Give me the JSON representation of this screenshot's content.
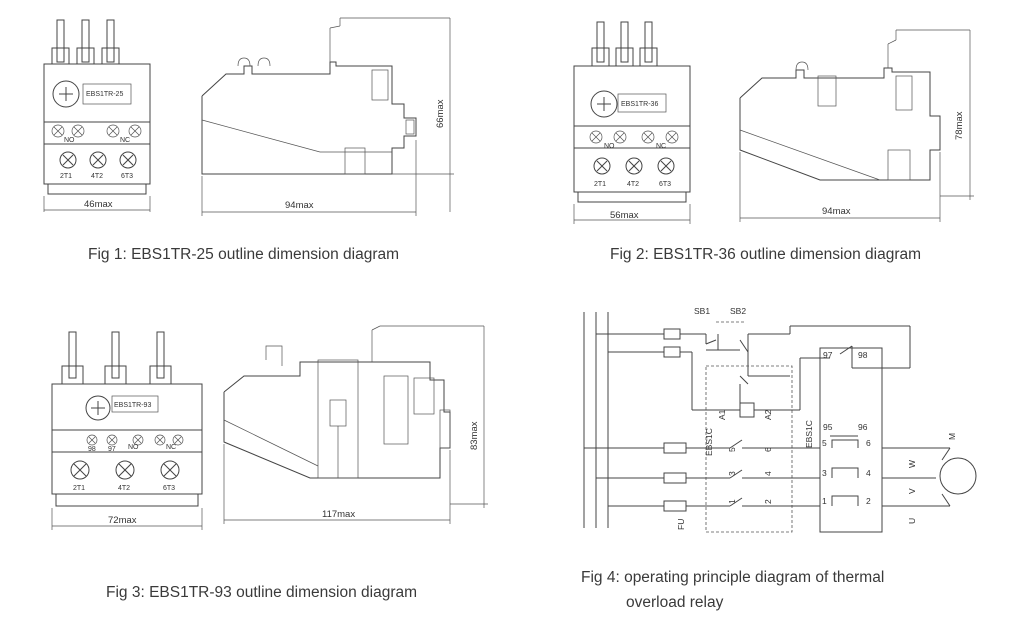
{
  "captions": {
    "fig1": "Fig 1: EBS1TR-25 outline dimension diagram",
    "fig2": "Fig 2: EBS1TR-36 outline dimension diagram",
    "fig3": "Fig 3: EBS1TR-93 outline dimension diagram",
    "fig4_line1": "Fig 4: operating principle diagram of thermal",
    "fig4_line2": "overload relay"
  },
  "fig1": {
    "model": "EBS1TR-25",
    "width_dim": "46max",
    "depth_dim": "94max",
    "height_dim": "66max",
    "terminals": [
      "2T1",
      "4T2",
      "6T3"
    ],
    "contacts": [
      "NO",
      "NC"
    ]
  },
  "fig2": {
    "model": "EBS1TR-36",
    "width_dim": "56max",
    "depth_dim": "94max",
    "height_dim": "78max",
    "terminals": [
      "2T1",
      "4T2",
      "6T3"
    ],
    "contacts": [
      "NO",
      "NC"
    ]
  },
  "fig3": {
    "model": "EBS1TR-93",
    "width_dim": "72max",
    "depth_dim": "117max",
    "height_dim": "83max",
    "terminals": [
      "2T1",
      "4T2",
      "6T3"
    ],
    "contacts": [
      "NO",
      "NC"
    ],
    "aux_labels": [
      "98",
      "97"
    ]
  },
  "fig4": {
    "switches": [
      "SB1",
      "SB2"
    ],
    "coil": [
      "A1",
      "A2"
    ],
    "contactor": "EBS1C",
    "relay": "EBS1C",
    "relay_contacts": [
      "97",
      "98",
      "95",
      "96"
    ],
    "contactor_terminals": [
      "5",
      "6",
      "3",
      "4",
      "1",
      "2"
    ],
    "relay_terminals": [
      "5",
      "6",
      "3",
      "4",
      "1",
      "2"
    ],
    "fuse": "FU",
    "motor": "M",
    "phases": [
      "W",
      "V",
      "U"
    ]
  }
}
